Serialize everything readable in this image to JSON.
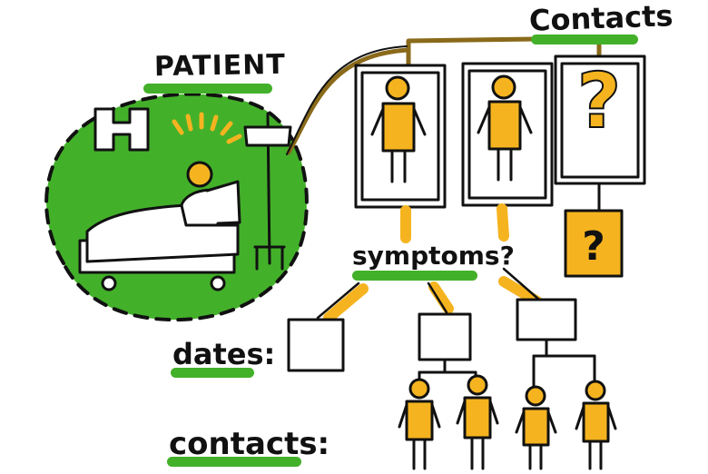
{
  "labels": {
    "patient": "PATIENT",
    "contacts_top": "Contacts",
    "symptoms": "symptoms?",
    "dates": "dates:",
    "contacts_bottom": "contacts:",
    "unknown_contact_mark": "?",
    "unknown_symptom_mark": "?"
  },
  "colors": {
    "green": "#43b02a",
    "highlight": "#f5b41f",
    "ink": "#111111",
    "connector": "#8a6a1a"
  },
  "icons": [
    "hospital-h-icon",
    "hospital-bed-icon",
    "iv-pole-icon",
    "patient-person-icon",
    "contact-person-icon",
    "question-mark-icon"
  ]
}
